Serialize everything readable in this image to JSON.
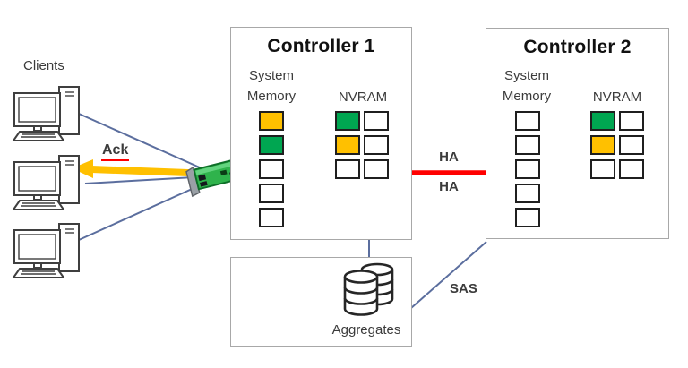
{
  "colors": {
    "gold": "#FFC000",
    "green": "#00A651",
    "white": "#FFFFFF",
    "red": "#FF0000",
    "connector": "#5B6E9E",
    "box_border": "#A8A8A8",
    "cell_border": "#1F1F1F",
    "label": "#3B3B3B",
    "title": "#111111"
  },
  "clients": {
    "label": "Clients"
  },
  "ack": {
    "label": "Ack"
  },
  "controller1": {
    "title": "Controller 1",
    "system_memory_label": "System Memory",
    "nvram_label": "NVRAM",
    "system_memory_cells": [
      "gold",
      "green",
      "white",
      "white",
      "white"
    ],
    "nvram_columns": [
      [
        "green",
        "gold",
        "white"
      ],
      [
        "white",
        "white",
        "white"
      ]
    ]
  },
  "controller2": {
    "title": "Controller 2",
    "system_memory_label": "System Memory",
    "nvram_label": "NVRAM",
    "system_memory_cells": [
      "white",
      "white",
      "white",
      "white",
      "white"
    ],
    "nvram_columns": [
      [
        "green",
        "gold",
        "white"
      ],
      [
        "white",
        "white",
        "white"
      ]
    ]
  },
  "ha_link": {
    "label_top": "HA",
    "label_bottom": "HA"
  },
  "aggregates": {
    "label": "Aggregates"
  },
  "sas": {
    "label": "SAS"
  }
}
